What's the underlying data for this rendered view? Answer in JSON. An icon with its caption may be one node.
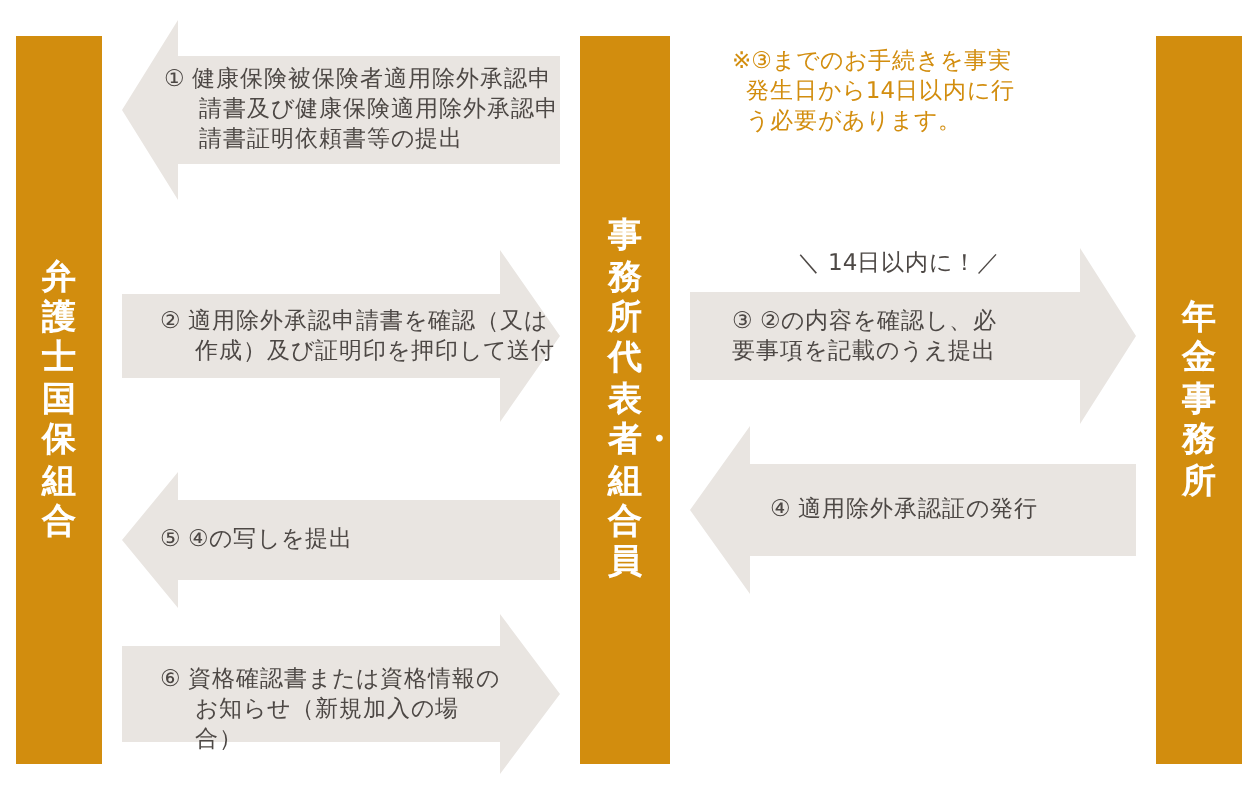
{
  "diagram": {
    "nodes": [
      {
        "text": [
          "弁護士国保組合"
        ]
      },
      {
        "text": [
          "事務所代表者・組合員"
        ]
      },
      {
        "text": [
          "年金事務所"
        ]
      }
    ],
    "edges": [
      {
        "from": 1,
        "to": 0,
        "arrow": "to",
        "label": "① 健康保険被保険者適用除外承認申請書及び健康保険適用除外承認申請書証明依頼書等の提出"
      },
      {
        "from": 0,
        "to": 1,
        "arrow": "to",
        "label": "② 適用除外承認申請書を確認（又は作成）及び証明印を押印して送付"
      },
      {
        "from": 1,
        "to": 2,
        "arrow": "to",
        "label": "③ ②の内容を確認し、必要事項を記載のうえ提出"
      },
      {
        "from": 2,
        "to": 1,
        "arrow": "to",
        "label": "④ 適用除外承認証の発行"
      },
      {
        "from": 1,
        "to": 0,
        "arrow": "to",
        "label": "⑤ ④の写しを提出"
      },
      {
        "from": 0,
        "to": 1,
        "arrow": "to",
        "label": "⑥ 資格確認書または資格情報のお知らせ（新規加入の場合）"
      }
    ],
    "labels": [
      "※③までのお手続きを事実発生日から14日以内に行う必要があります。",
      "＼ 14日以内に！／"
    ]
  }
}
